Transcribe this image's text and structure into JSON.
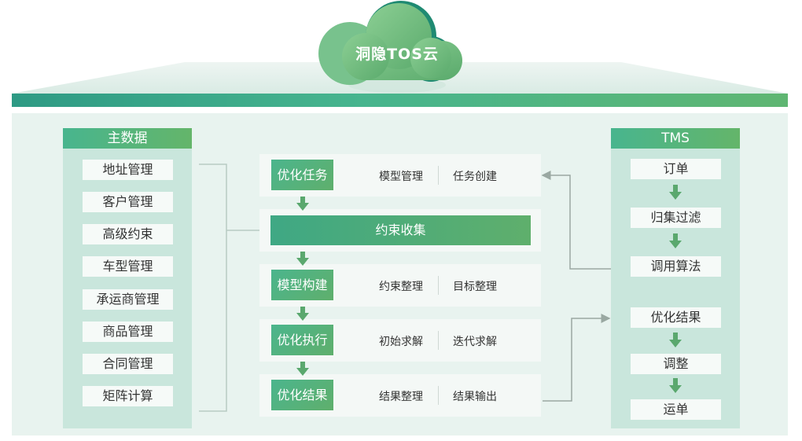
{
  "cloud": {
    "title": "洞隐TOS云"
  },
  "master_data": {
    "title": "主数据",
    "items": [
      "地址管理",
      "客户管理",
      "高级约束",
      "车型管理",
      "承运商管理",
      "商品管理",
      "合同管理",
      "矩阵计算"
    ]
  },
  "center": {
    "rows": [
      {
        "tag": "优化任务",
        "left": "模型管理",
        "right": "任务创建"
      },
      {
        "tag": "模型构建",
        "left": "约束整理",
        "right": "目标整理"
      },
      {
        "tag": "优化执行",
        "left": "初始求解",
        "right": "迭代求解"
      },
      {
        "tag": "优化结果",
        "left": "结果整理",
        "right": "结果输出"
      }
    ],
    "collect_bar": "约束收集"
  },
  "tms": {
    "title": "TMS",
    "top_items": [
      "订单",
      "归集过滤",
      "调用算法"
    ],
    "bottom_items": [
      "优化结果",
      "调整",
      "运单"
    ]
  },
  "colors": {
    "accent_teal": "#48b58e",
    "accent_green": "#64b56a",
    "panel_bg": "#e8f3ef",
    "column_bg": "#c9e6dc",
    "connector": "#9aa8a2"
  }
}
